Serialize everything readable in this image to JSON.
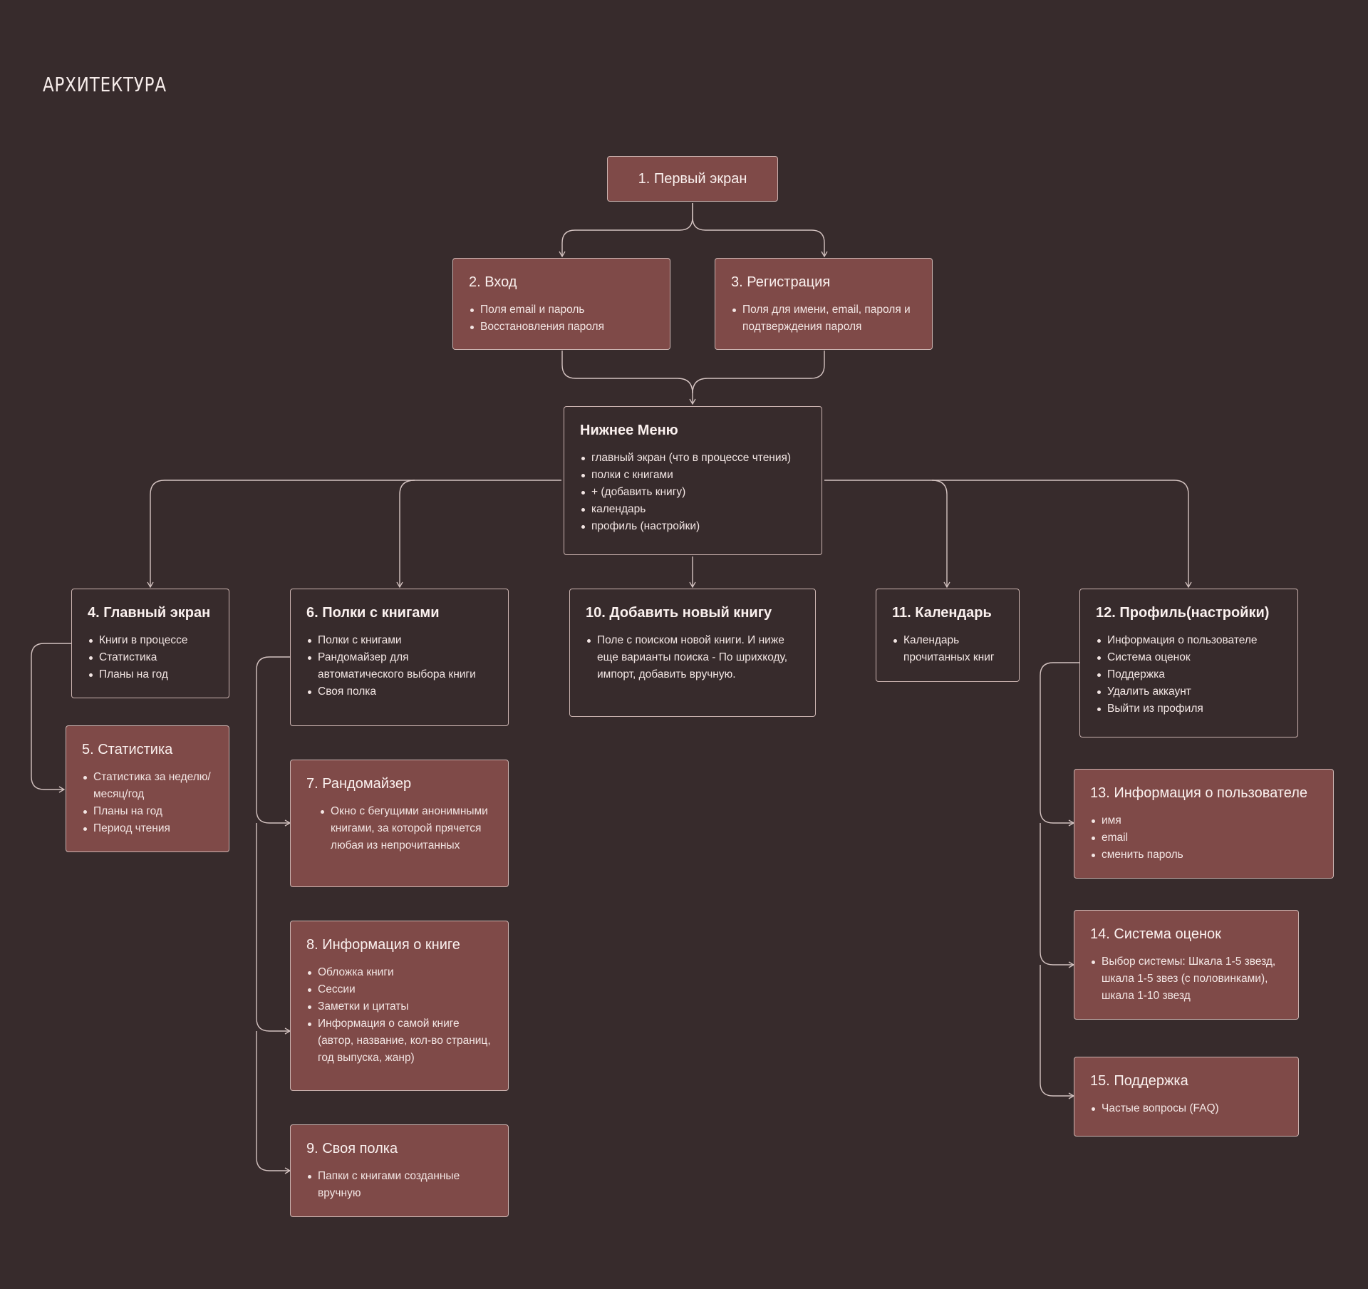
{
  "page_title": "АРХИТЕКТУРА",
  "nodes": {
    "n1": {
      "title": "1. Первый экран",
      "items": []
    },
    "n2": {
      "title": "2. Вход",
      "items": [
        "Поля email и пароль",
        "Восстановления пароля"
      ]
    },
    "n3": {
      "title": "3. Регистрация",
      "items": [
        "Поля для имени, email, пароля и подтверждения пароля"
      ]
    },
    "menu": {
      "title": "Нижнее Меню",
      "items": [
        "главный экран (что в процессе чтения)",
        "полки с книгами",
        "+ (добавить книгу)",
        "календарь",
        "профиль (настройки)"
      ]
    },
    "n4": {
      "title": "4. Главный экран",
      "items": [
        "Книги в процессе",
        "Статистика",
        "Планы на год"
      ]
    },
    "n5": {
      "title": "5. Статистика",
      "items": [
        "Статистика за неделю/месяц/год",
        "Планы на год",
        "Период чтения"
      ]
    },
    "n6": {
      "title": "6. Полки с книгами",
      "items": [
        "Полки с книгами",
        "Рандомайзер для автоматического выбора книги",
        "Своя полка"
      ]
    },
    "n7": {
      "title": "7. Рандомайзер",
      "items": [
        "Окно с бегущими анонимными книгами, за которой прячется любая из непрочитанных"
      ]
    },
    "n8": {
      "title": "8. Информация о книге",
      "items": [
        "Обложка книги",
        "Сессии",
        "Заметки и цитаты",
        "Информация о самой книге (автор, название, кол-во страниц, год выпуска, жанр)"
      ]
    },
    "n9": {
      "title": "9. Своя полка",
      "items": [
        "Папки с книгами созданные вручную"
      ]
    },
    "n10": {
      "title": "10. Добавить новый книгу",
      "items": [
        "Поле с поиском новой книги. И ниже еще варианты поиска - По шрихкоду, импорт, добавить вручную."
      ]
    },
    "n11": {
      "title": "11. Календарь",
      "items": [
        "Календарь прочитанных книг"
      ]
    },
    "n12": {
      "title": "12. Профиль(настройки)",
      "items": [
        "Информация о пользователе",
        "Система оценок",
        "Поддержка",
        "Удалить аккаунт",
        "Выйти из профиля"
      ]
    },
    "n13": {
      "title": "13. Информация о пользователе",
      "items": [
        "имя",
        "email",
        "сменить пароль"
      ]
    },
    "n14": {
      "title": "14. Система оценок",
      "items": [
        "Выбор системы: Шкала 1-5 звезд, шкала 1-5 звез (с половинками), шкала 1-10 звезд"
      ]
    },
    "n15": {
      "title": "15. Поддержка",
      "items": [
        "Частые вопросы (FAQ)"
      ]
    }
  }
}
